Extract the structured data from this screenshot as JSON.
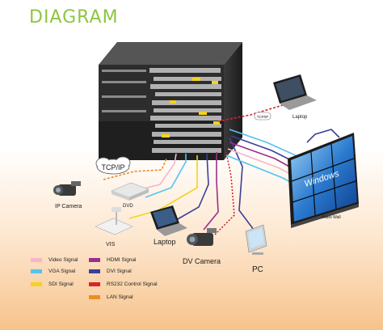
{
  "title": "DIAGRAM",
  "labels": {
    "tcpip": "TCP/IP",
    "ip_camera": "IP Camera",
    "dvd": "DVD",
    "vis": "VIS",
    "laptop_bottom": "Laptop",
    "dv_camera": "DV Camera",
    "pc": "PC",
    "laptop_top": "Laptop",
    "tcpip_small": "TCP/IP",
    "video_wall": "Video Wall",
    "windows": "Windows"
  },
  "legend": [
    {
      "label": "Video Signal",
      "color": "#f4b6c8"
    },
    {
      "label": "VGA Signal",
      "color": "#55c3f0"
    },
    {
      "label": "SDI Signal",
      "color": "#f5d21f"
    },
    {
      "label": "HDMI Signal",
      "color": "#9b2f8c"
    },
    {
      "label": "DVI Signal",
      "color": "#3d3f98"
    },
    {
      "label": "RS232 Control Signal",
      "color": "#d9232d"
    },
    {
      "label": "LAN Signal",
      "color": "#f08a24"
    }
  ]
}
